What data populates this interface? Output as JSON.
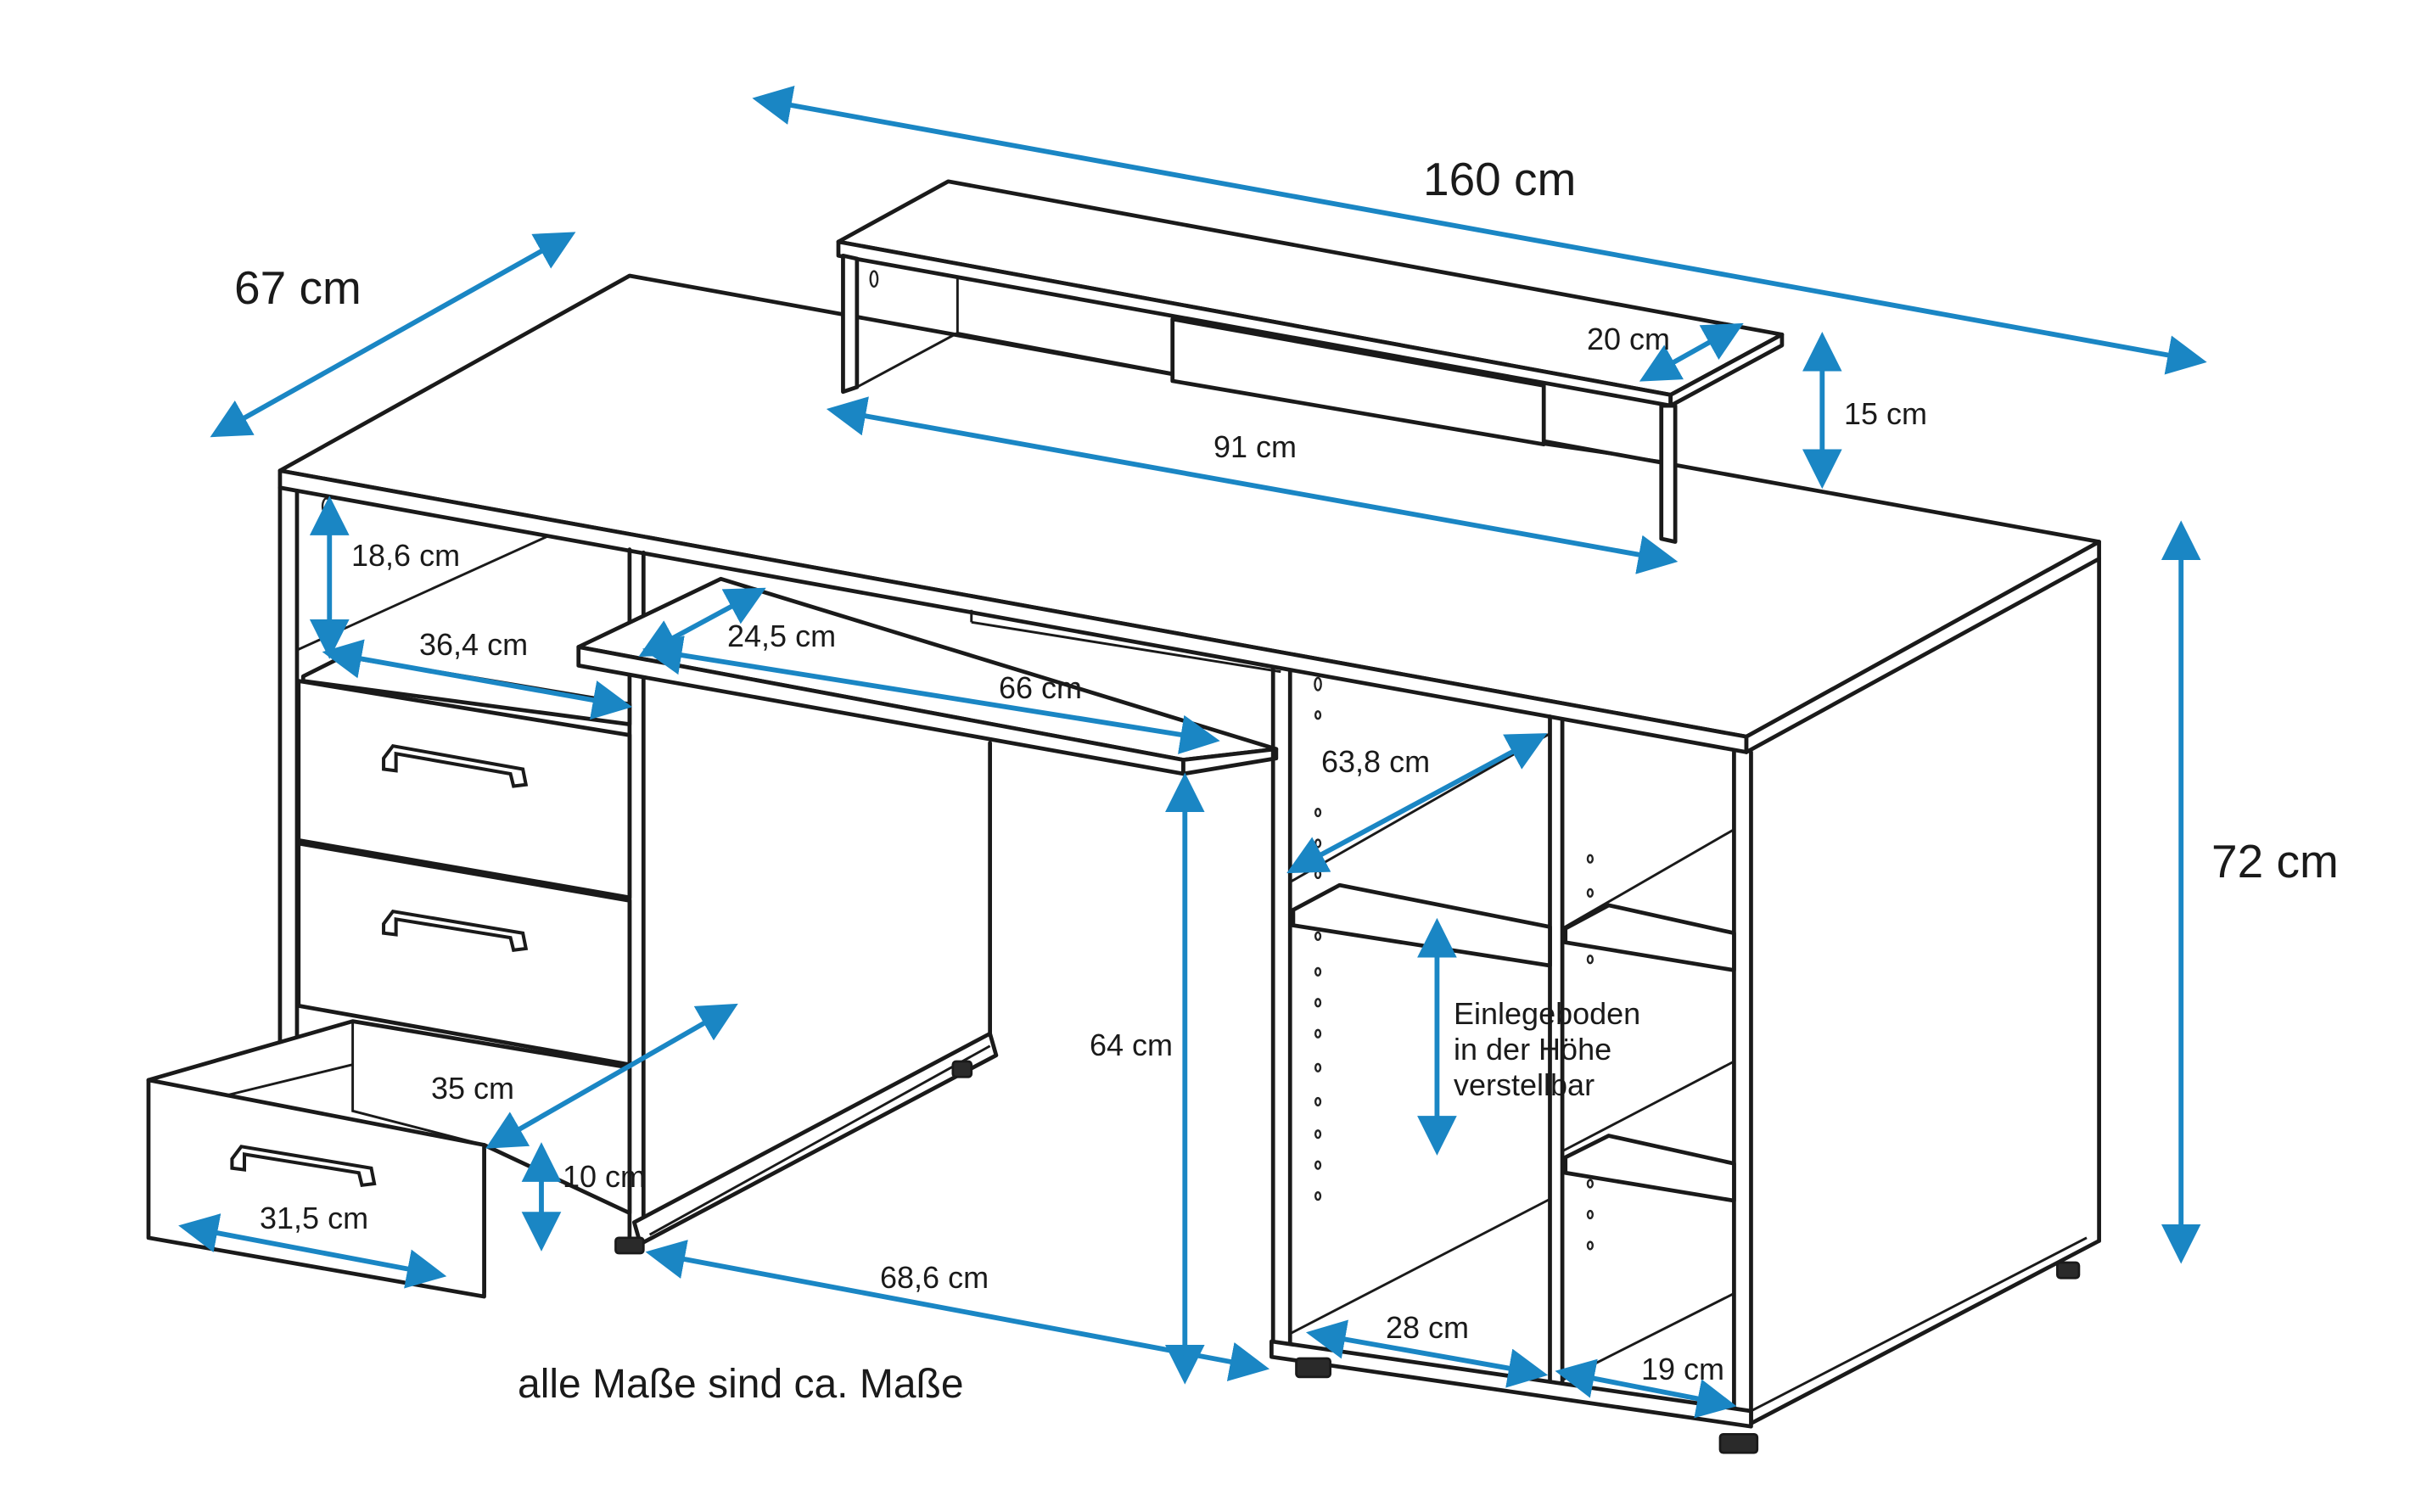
{
  "colors": {
    "dimension": "#1a86c4",
    "outline": "#1a1a1a",
    "background": "#ffffff"
  },
  "dimensions": {
    "width_total": "160 cm",
    "depth_total": "67 cm",
    "height_total": "72 cm",
    "monitor_shelf_width": "91 cm",
    "monitor_shelf_depth": "20 cm",
    "monitor_shelf_height": "15 cm",
    "open_compartment_height": "18,6 cm",
    "open_compartment_width": "36,4 cm",
    "keyboard_tray_depth": "24,5 cm",
    "keyboard_tray_width": "66 cm",
    "shelf_compartment_depth": "63,8 cm",
    "legroom_height": "64 cm",
    "drawer_depth": "35 cm",
    "drawer_height": "10 cm",
    "drawer_width": "31,5 cm",
    "legroom_width": "68,6 cm",
    "compartment_left_width": "28 cm",
    "compartment_right_width": "19 cm"
  },
  "note": {
    "line1": "Einlegeboden",
    "line2": "in der Höhe",
    "line3": "verstellbar"
  },
  "footer": "alle Maße sind ca. Maße"
}
